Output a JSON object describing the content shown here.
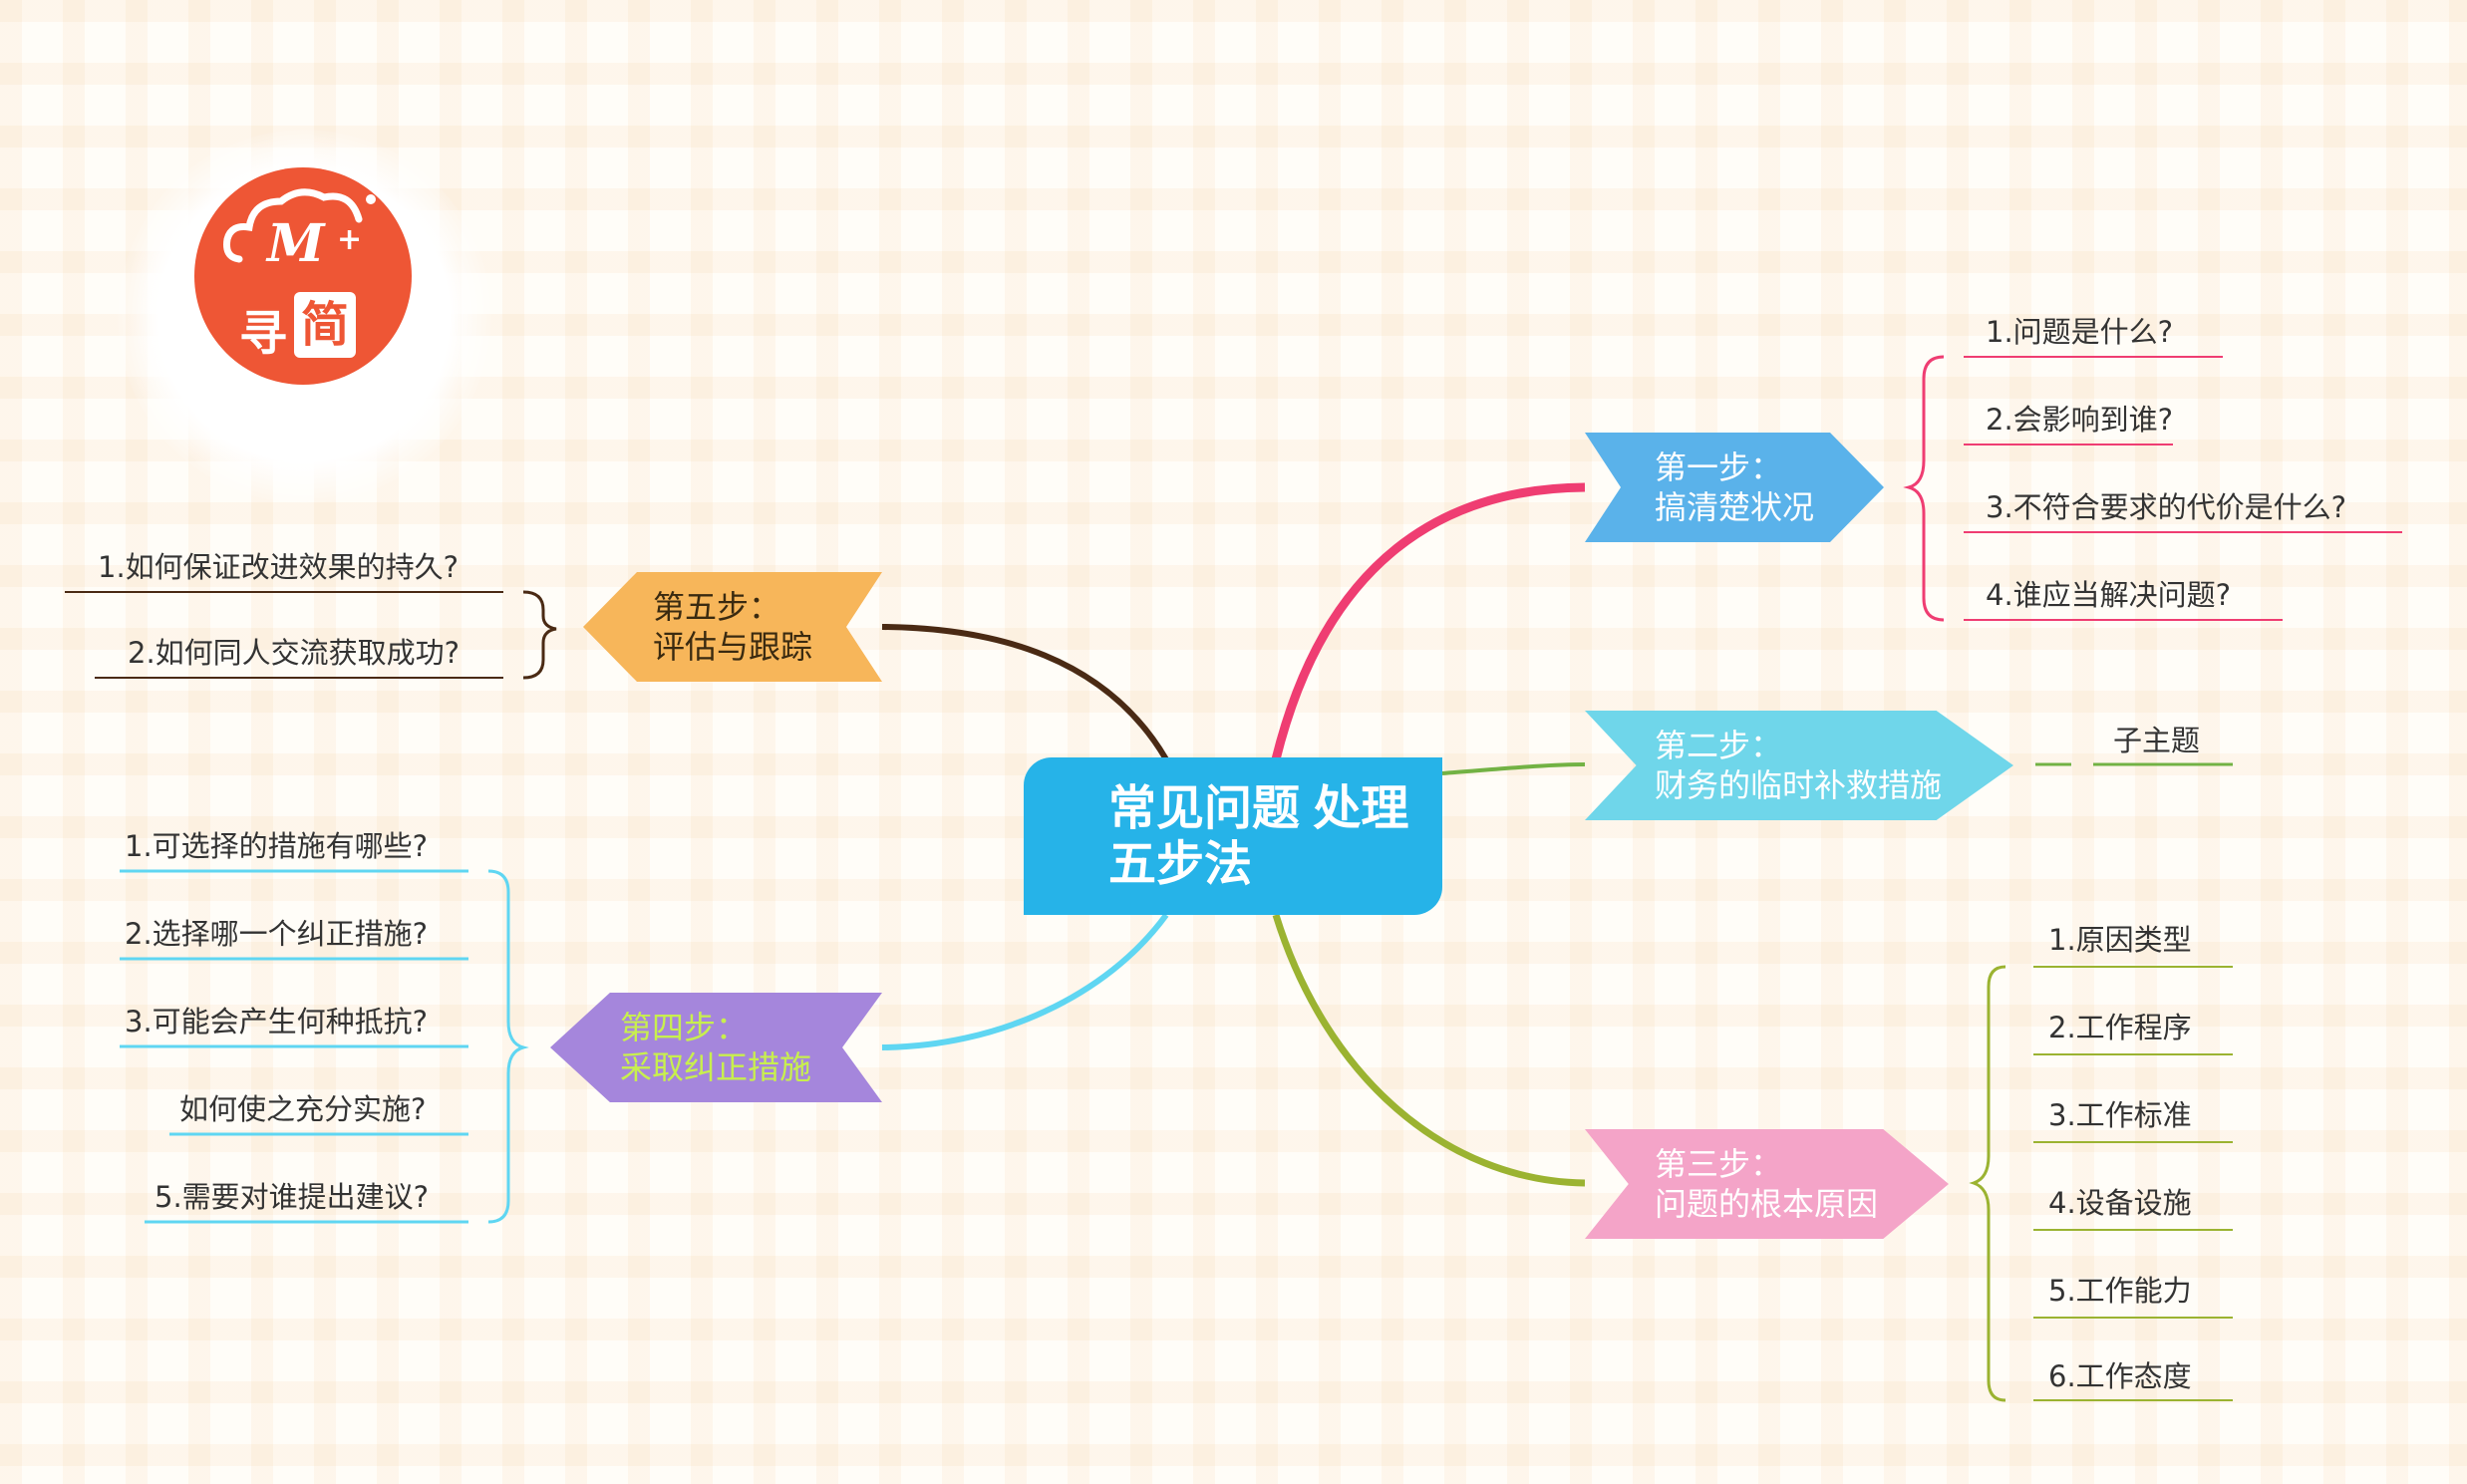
{
  "logo": {
    "name": "寻简",
    "icon": "cloud-m-plus-icon",
    "color": "#ee5635"
  },
  "center": {
    "line1": "常见问题",
    "line2": "处理五步法",
    "color": "#26b3e8"
  },
  "branches": [
    {
      "key": "step1",
      "label1": "第一步：",
      "label2": "搞清楚状况",
      "color": "#5ab2ea",
      "line_color": "#ef3d72",
      "children": [
        "1.问题是什么?",
        "2.会影响到谁?",
        "3.不符合要求的代价是什么?",
        "4.谁应当解决问题?"
      ]
    },
    {
      "key": "step2",
      "label1": "第二步：",
      "label2": "财务的临时补救措施",
      "color": "#6fd6ea",
      "line_color": "#72b244",
      "children": [
        "子主题"
      ]
    },
    {
      "key": "step3",
      "label1": "第三步：",
      "label2": "问题的根本原因",
      "color": "#f4a4c8",
      "line_color": "#9bb331",
      "children": [
        "1.原因类型",
        "2.工作程序",
        "3.工作标准",
        "4.设备设施",
        "5.工作能力",
        "6.工作态度"
      ]
    },
    {
      "key": "step4",
      "label1": "第四步：",
      "label2": "采取纠正措施",
      "color": "#a586dc",
      "line_color": "#5fd6f2",
      "children": [
        "1.可选择的措施有哪些?",
        "2.选择哪一个纠正措施?",
        "3.可能会产生何种抵抗?",
        "如何使之充分实施?",
        "5.需要对谁提出建议?"
      ]
    },
    {
      "key": "step5",
      "label1": "第五步：",
      "label2": "评估与跟踪",
      "color": "#f7b65a",
      "line_color": "#4a2a14",
      "children": [
        "1.如何保证改进效果的持久?",
        "2.如何同人交流获取成功?"
      ]
    }
  ]
}
